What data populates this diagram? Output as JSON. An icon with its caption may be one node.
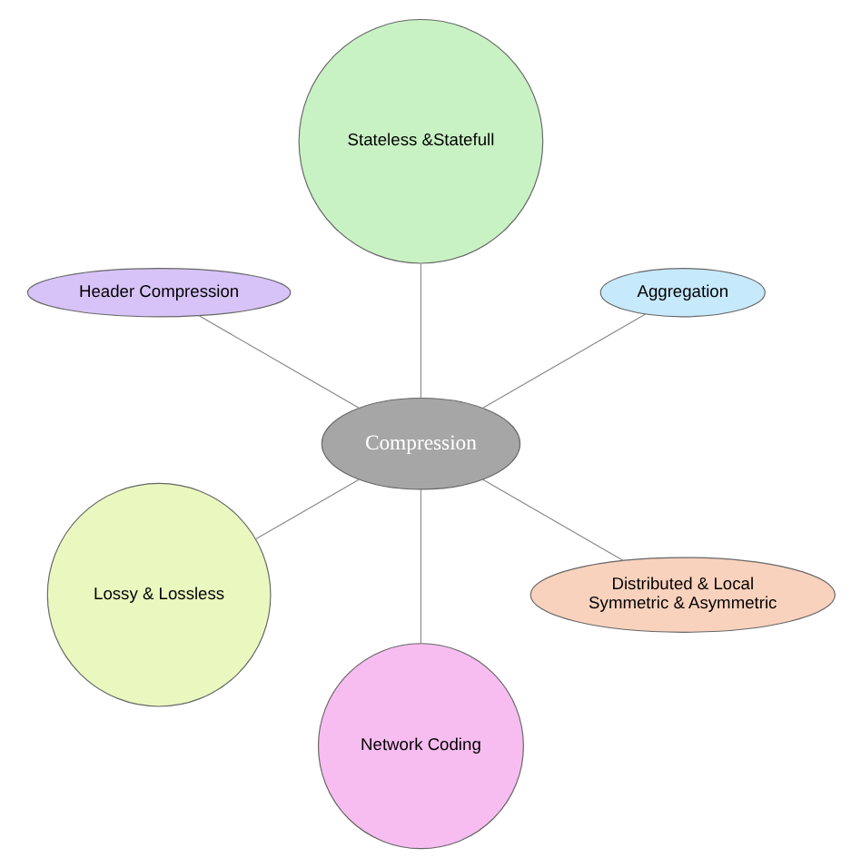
{
  "diagram": {
    "nodes": [
      {
        "text": [
          "Aggregation"
        ]
      },
      {
        "text": [
          "Stateless &Statefull"
        ]
      },
      {
        "text": [
          "Header Compression"
        ]
      },
      {
        "text": [
          "Compression"
        ]
      },
      {
        "text": [
          "Lossy & Lossless"
        ]
      },
      {
        "text": [
          "Network Coding"
        ]
      },
      {
        "text": [
          "Distributed & Local",
          "Symmetric & Asymmetric"
        ]
      }
    ],
    "edges": [
      {
        "from": 3,
        "to": 0,
        "arrow": "none"
      },
      {
        "from": 3,
        "to": 2,
        "arrow": "none"
      },
      {
        "from": 3,
        "to": 5,
        "arrow": "none"
      },
      {
        "from": 3,
        "to": 6,
        "arrow": "none"
      },
      {
        "from": 3,
        "to": 4,
        "arrow": "none"
      },
      {
        "from": 3,
        "to": 1,
        "arrow": "none"
      }
    ]
  }
}
